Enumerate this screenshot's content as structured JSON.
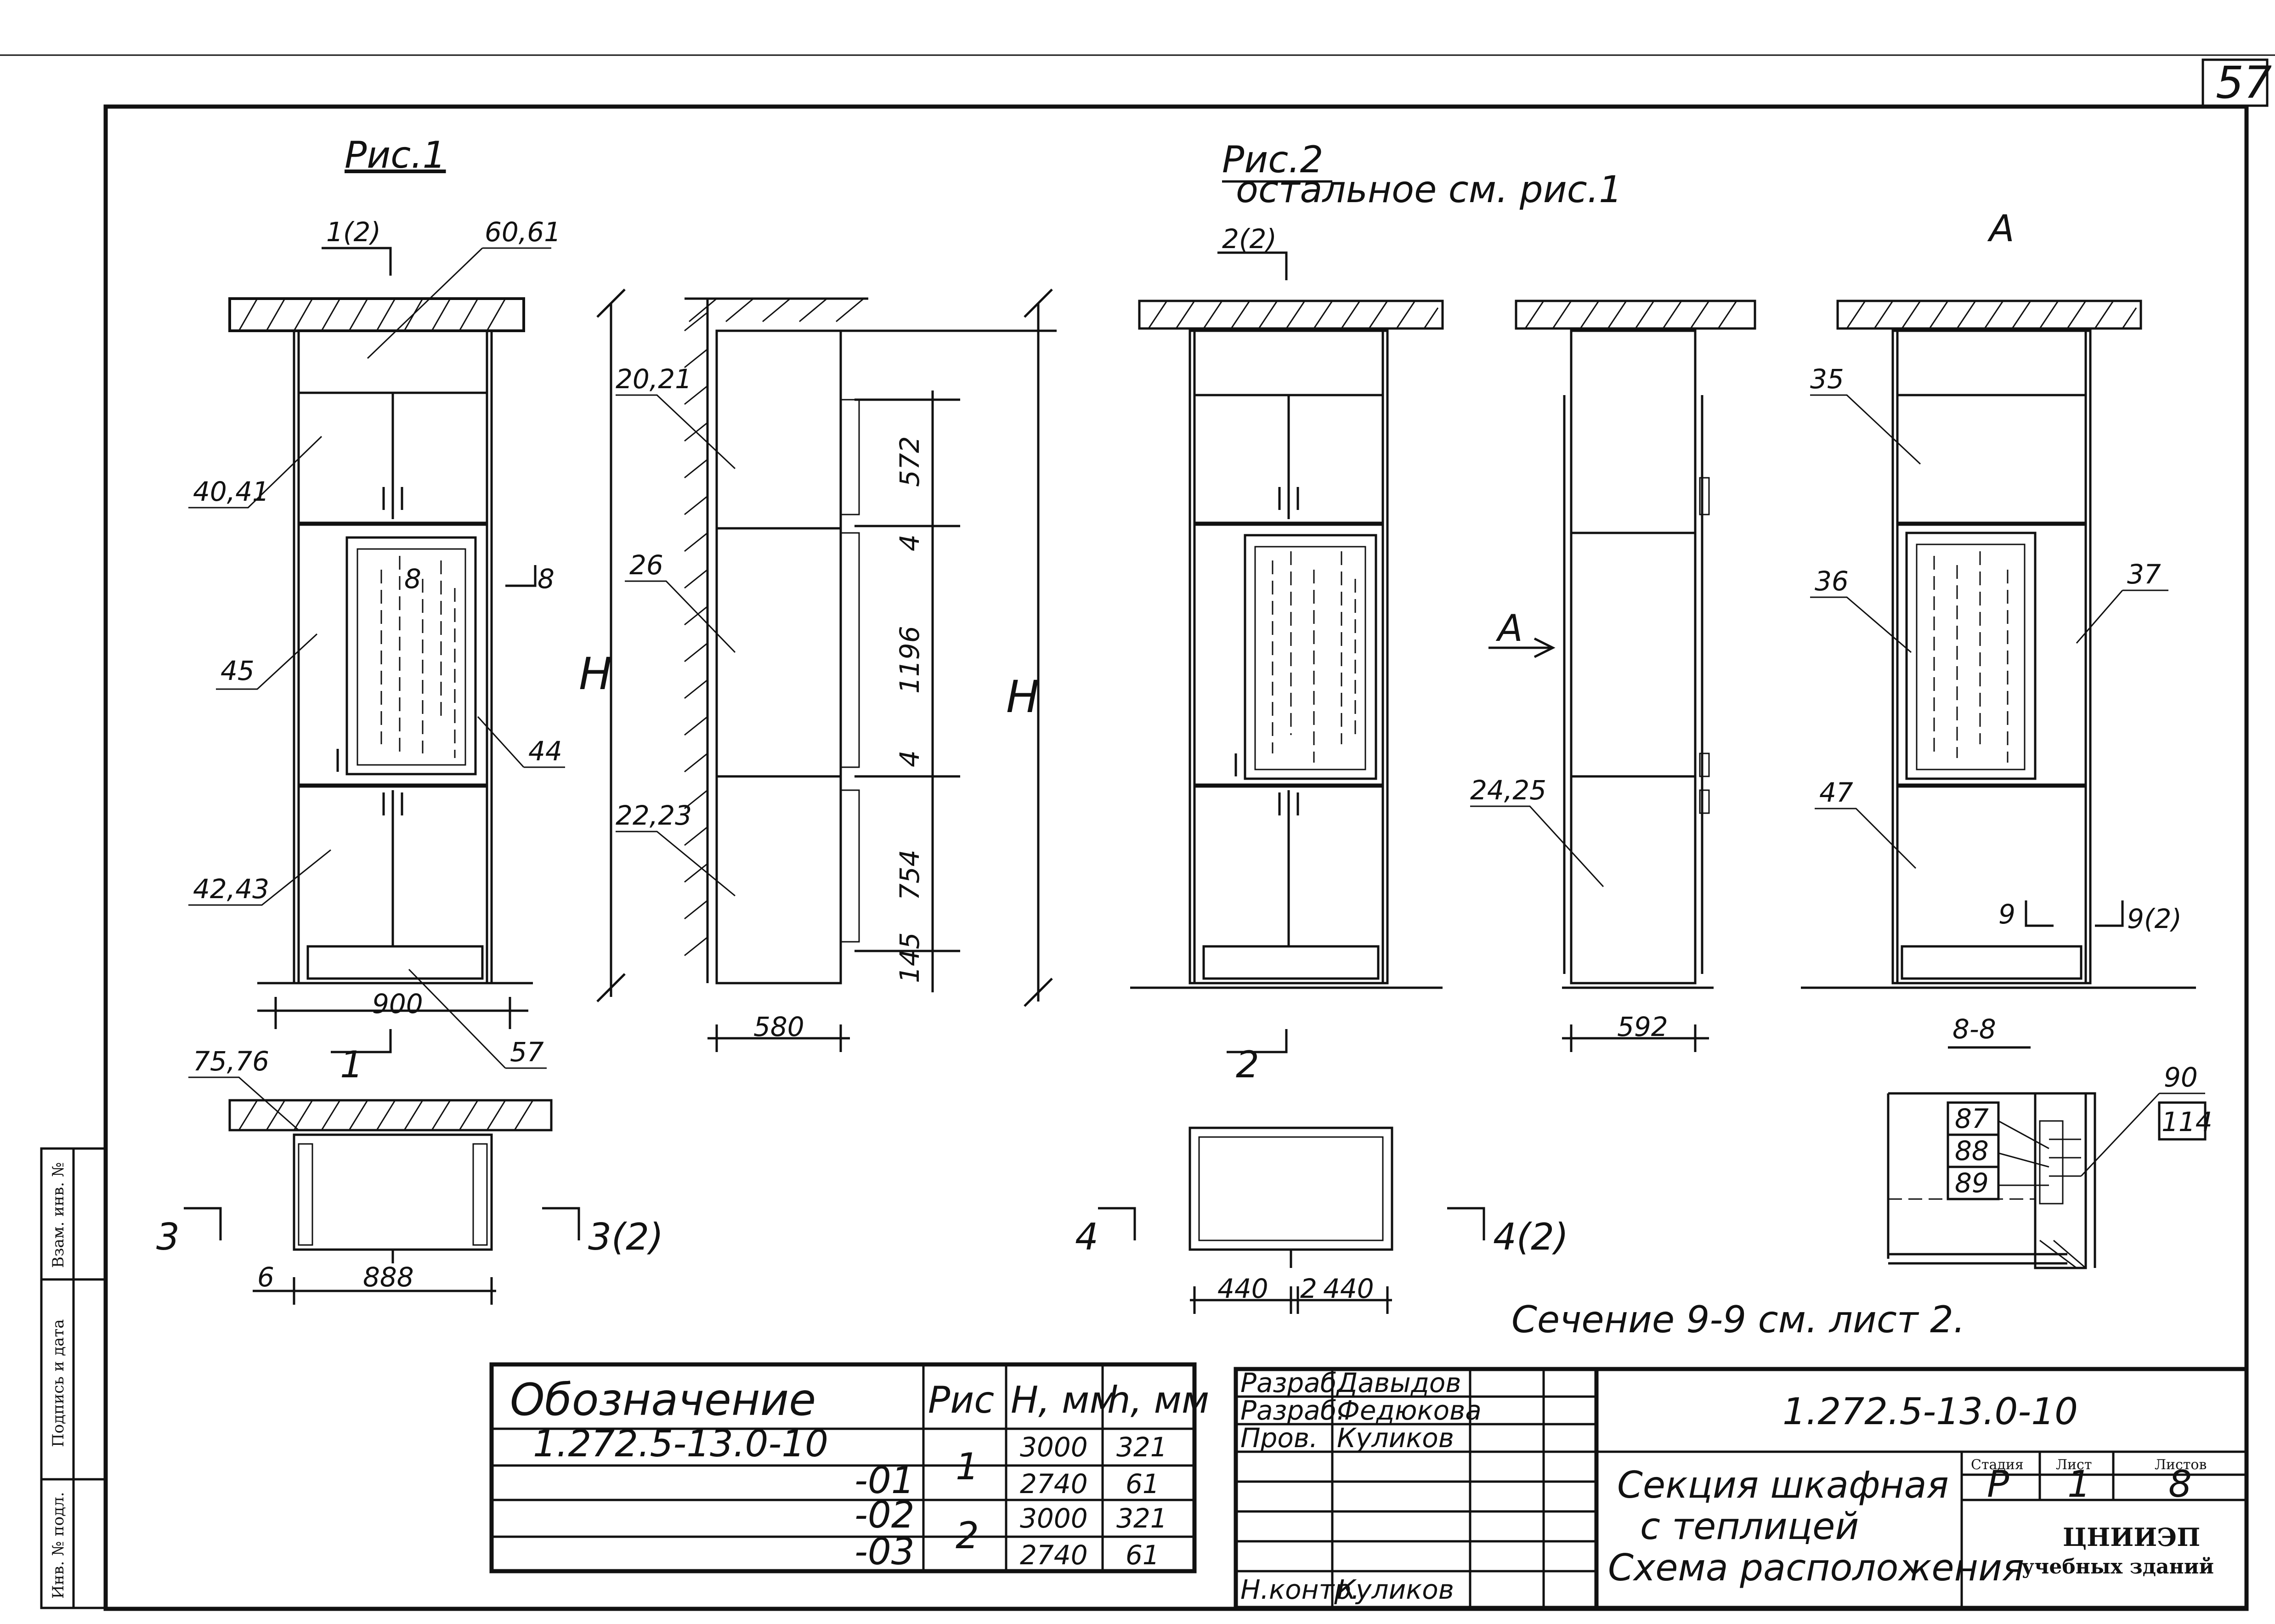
{
  "sheet_number": "57",
  "figures": {
    "fig1_title": "Рис.1",
    "fig2_title": "Рис.2",
    "fig2_note": "остальное см. рис.1"
  },
  "views": {
    "fig1_front": {
      "section_mark": "1(2)",
      "label_top": "60,61",
      "label_upper_doors": "40,41",
      "label_middle": "45",
      "label_glass": "44",
      "label_lower_doors": "42,43",
      "label_plinth": "57",
      "section_8": "8",
      "height": "Н",
      "width": "900",
      "cut_mark_bottom": "1"
    },
    "fig1_side": {
      "label_upper": "20,21",
      "label_middle": "26",
      "label_lower": "22,23",
      "dims": [
        "572",
        "4",
        "1196",
        "4",
        "754",
        "145"
      ],
      "height": "Н",
      "depth": "580"
    },
    "fig2_front": {
      "section_mark": "2(2)",
      "cut_mark_bottom": "2"
    },
    "fig2_side": {
      "arrow_a": "А",
      "label_lower": "24,25",
      "depth": "592"
    },
    "view_a": {
      "title": "А",
      "label_upper": "35",
      "label_glass": "36",
      "label_side": "37",
      "label_lower": "47",
      "section_9": "9",
      "section_9_2": "9(2)",
      "caption": "8-8"
    },
    "plan_1": {
      "label_top": "75,76",
      "mark_left": "3",
      "mark_right": "3(2)",
      "dim_left": "6",
      "dim_width": "888"
    },
    "plan_2": {
      "mark_left": "4",
      "mark_right": "4(2)",
      "dim_left": "440",
      "dim_gap": "2",
      "dim_right": "440"
    },
    "detail": {
      "labels": [
        "87",
        "88",
        "89"
      ],
      "label_90": "90",
      "label_114": "114"
    },
    "section_note": "Сечение 9-9 см. лист 2."
  },
  "spec_table": {
    "headers": [
      "Обозначение",
      "Рис",
      "Н, мм",
      "h, мм"
    ],
    "rows": [
      {
        "designation": "1.272.5-13.0-10",
        "fig": "1",
        "H": "3000",
        "h": "321"
      },
      {
        "designation": "-01",
        "fig": "",
        "H": "2740",
        "h": "61"
      },
      {
        "designation": "-02",
        "fig": "2",
        "H": "3000",
        "h": "321"
      },
      {
        "designation": "-03",
        "fig": "",
        "H": "2740",
        "h": "61"
      }
    ]
  },
  "title_block": {
    "doc_code": "1.272.5-13.0-10",
    "roles": [
      {
        "role": "Разраб.",
        "name": "Давыдов"
      },
      {
        "role": "Разраб.",
        "name": "Федюкова"
      },
      {
        "role": "Пров.",
        "name": "Куликов"
      },
      {
        "role": "Н.контр.",
        "name": "Куликов"
      }
    ],
    "title_lines": [
      "Секция шкафная",
      "с теплицей",
      "Схема расположения"
    ],
    "stage_header": "Стадия",
    "sheet_header": "Лист",
    "sheets_header": "Листов",
    "stage": "Р",
    "sheet": "1",
    "sheets": "8",
    "org_line1": "ЦНИИЭП",
    "org_line2": "учебных зданий"
  },
  "left_stamp": {
    "fields": [
      "Взам. инв. №",
      "Подпись и дата",
      "Инв. № подл."
    ]
  }
}
